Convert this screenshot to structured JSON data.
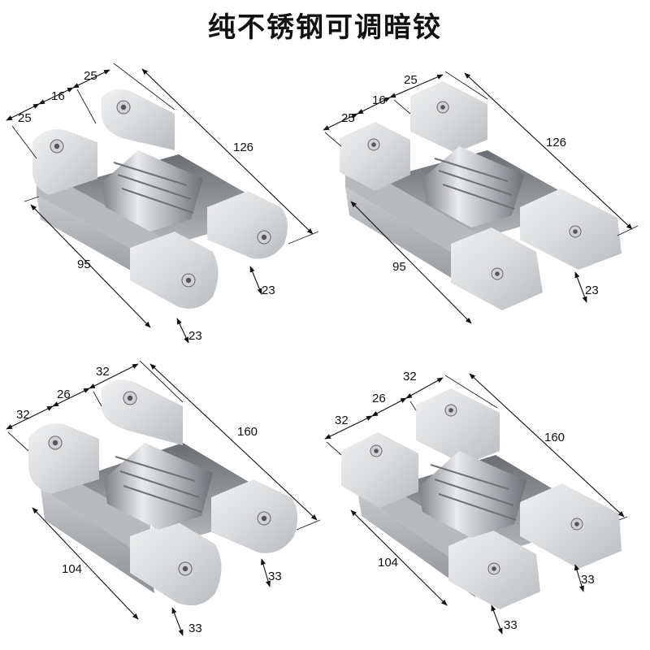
{
  "title": "纯不锈钢可调暗铰",
  "colors": {
    "steel_light": "#e6e7e9",
    "steel_mid": "#c9cbce",
    "steel_dark": "#8f9296",
    "shadow": "#5c5f63",
    "ink": "#111111"
  },
  "hinges": [
    {
      "finish": "rounded",
      "dims": {
        "outer_left": "25",
        "gap": "16",
        "outer_right": "25",
        "length": "126",
        "body": "95",
        "depth_a": "23",
        "depth_b": "23"
      }
    },
    {
      "finish": "square",
      "dims": {
        "outer_left": "25",
        "gap": "16",
        "outer_right": "25",
        "length": "126",
        "body": "95",
        "depth_a": "23"
      }
    },
    {
      "finish": "rounded",
      "dims": {
        "outer_left": "32",
        "gap": "26",
        "outer_right": "32",
        "length": "160",
        "body": "104",
        "depth_a": "33",
        "depth_b": "33"
      }
    },
    {
      "finish": "square",
      "dims": {
        "outer_left": "32",
        "gap": "26",
        "outer_right": "32",
        "length": "160",
        "body": "104",
        "depth_a": "33",
        "depth_b": "33"
      }
    }
  ]
}
